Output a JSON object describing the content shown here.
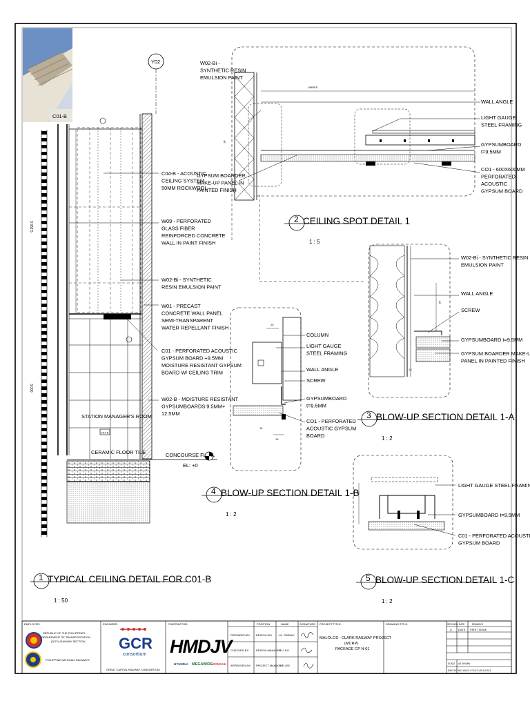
{
  "grid_label": "Y02",
  "photo_label": "C01-B",
  "level_label": "CONCOURSE FL. AL",
  "level_value": "EL: +0",
  "room_label": "STATION MANAGER'S ROOM",
  "room_tag": "C01-B",
  "floor_label": "CERAMIC FLOOR TILE",
  "dims": {
    "upper": "3 952 5",
    "lower": "3 000",
    "d45_a": "45",
    "d45_b": "45",
    "d45_c": "45",
    "d25": "25",
    "d15_a": "15",
    "d15_b": "15",
    "d15_c": "15",
    "varies": "VARIES"
  },
  "notes_main": [
    [
      "C04-B - ACOUSTIC",
      "CEILING SYSTEM",
      "50MM ROCKWOOL"
    ],
    [
      "W09 - PERFORATED",
      "GLASS FIBER",
      "REINFORCED CONCRETE",
      "WALL IN PAINT FINISH"
    ],
    [
      "W02-Bi - SYNTHETIC",
      "RESIN EMULSION PAINT"
    ],
    [
      "W01 - PRECAST",
      "CONCRETE WALL PANEL",
      "SEMI-TRANSPARENT",
      "WATER REPELLANT FINISH"
    ],
    [
      "C01 - PERFORATED ACOUSTIC",
      "GYPSUM BOARD +9.5MM",
      "MOISTURE RESISTANT GYPSUM",
      "BOARD W/ CEILING TRIM"
    ],
    [
      "W02-B - MOISTURE RESISTANT",
      "GYPSUMBOARDS 9.5MM+",
      "12.5MM"
    ]
  ],
  "notes_d2": [
    [
      "W02-Bi -",
      "SYNTHETIC RESIN",
      "EMULSION PAINT"
    ],
    [
      "GYPSUM BOARDER",
      "MAKE-UP PANEL IN",
      "PAINTED FINISH"
    ],
    [
      "WALL ANGLE"
    ],
    [
      "LIGHT GAUGE",
      "STEEL FRAMING"
    ],
    [
      "GYPSUMBOARD",
      "t=9.5MM"
    ],
    [
      "CO1 - 600X600MM",
      "PERFORATED",
      "ACOUSTIC",
      "GYPSUM BOARD"
    ]
  ],
  "notes_d3": [
    [
      "W02-Bi - SYNTHETIC RESIN",
      "EMULSION PAINT"
    ],
    [
      "WALL ANGLE"
    ],
    [
      "SCREW"
    ],
    [
      "GYPSUMBOARD t=9.5MM"
    ],
    [
      "GYPSUM BOARDER MAKE-UP",
      "PANEL IN PAINTED FINISH"
    ]
  ],
  "notes_d4": [
    [
      "COLUMN"
    ],
    [
      "LIGHT GAUGE",
      "STEEL FRAMING"
    ],
    [
      "WALL ANGLE"
    ],
    [
      "SCREW"
    ],
    [
      "GYPSUMBOARD",
      "t=9.5MM"
    ],
    [
      "CO1 - PERFORATED",
      "ACOUSTIC GYPSUM",
      "BOARD"
    ]
  ],
  "notes_d5": [
    [
      "LIGHT GAUGE STEEL FRAMING"
    ],
    [
      "GYPSUMBOARD t=9.5MM"
    ],
    [
      "C01 - PERFORATED ACOUSTIC",
      "GYPSUM BOARD"
    ]
  ],
  "details": [
    {
      "num": "1",
      "title": "TYPICAL CEILING DETAIL FOR C01-B",
      "scale": "1 : 50"
    },
    {
      "num": "2",
      "title": "CEILING SPOT DETAIL 1",
      "scale": "1 : 5"
    },
    {
      "num": "3",
      "title": "BLOW-UP SECTION DETAIL 1-A",
      "scale": "1 : 2"
    },
    {
      "num": "4",
      "title": "BLOW-UP SECTION DETAIL 1-B",
      "scale": "1 : 2"
    },
    {
      "num": "5",
      "title": "BLOW-UP SECTION DETAIL 1-C",
      "scale": "1 : 2"
    }
  ],
  "titleblock": {
    "employer_hdr": "EMPLOYER:",
    "employer_lines": [
      "REPUBLIC OF THE PHILIPPINES",
      "DEPARTMENT OF TRANSPORTATION",
      "(DOTr) RAILWAY SECTION"
    ],
    "pnr": "PHILIPPINE NATIONAL RAILWAYS",
    "engineer_hdr": "ENGINEER:",
    "gcr": "GCR",
    "consortium": "consortium",
    "gcr_full": "GREAT CAPITAL RAILWAY CONSORTIUM",
    "contractor_hdr": "CONTRACTOR:",
    "hmdjv": "HMDJV",
    "partners": [
      "HYUNDAI",
      "MEGAWIDE",
      "DONGAH"
    ],
    "col_position": "POSITION",
    "col_name": "NAME",
    "col_signature": "SIGNATURE",
    "rows": [
      {
        "role": "PREPARED BY:",
        "position": "DESIGN DM",
        "name": "J.G. PARINO"
      },
      {
        "role": "CHECKED BY:",
        "position": "DESIGN MANAGER",
        "name": "B.J. KO"
      },
      {
        "role": "APPROVED BY:",
        "position": "PROJECT MANAGER",
        "name": "Y.J. LEE"
      }
    ],
    "project_hdr": "PROJECT TITLE:",
    "project": [
      "MALOLOS - CLARK RAILWAY PROJECT",
      "(MCRP)",
      "PACKAGE CP N-01"
    ],
    "drawing_hdr": "DRAWING TITLE:",
    "rev_cols": [
      "REVISION",
      "DATE",
      "REMARKS"
    ],
    "rev_row": [
      "A",
      "DATE",
      "FIRST ISSUE"
    ],
    "scale_lbl": "SCALE",
    "scale_val": "AS SHOWN",
    "dwg_lbl": "DWG NO",
    "dwg_val": "N01-HMJ-F-07-UF-01-R-3-00013"
  }
}
